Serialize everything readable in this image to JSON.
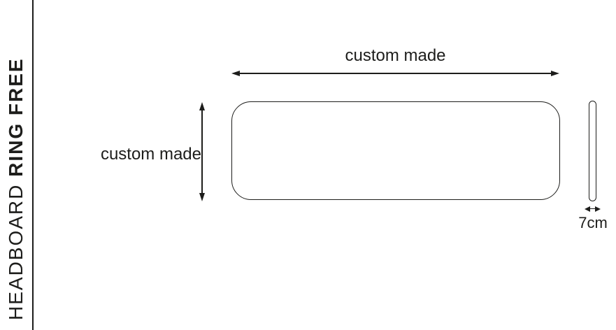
{
  "page": {
    "background_color": "#ffffff",
    "ink_color": "#1d1d1b"
  },
  "sidebar": {
    "product_line": "HEADBOARD ",
    "product_name": "RING FREE"
  },
  "diagram": {
    "front_view": {
      "shape": "rounded-rectangle",
      "width_label": "custom made",
      "height_label": "custom made"
    },
    "side_view": {
      "shape": "capsule",
      "depth_label": "7cm"
    }
  }
}
